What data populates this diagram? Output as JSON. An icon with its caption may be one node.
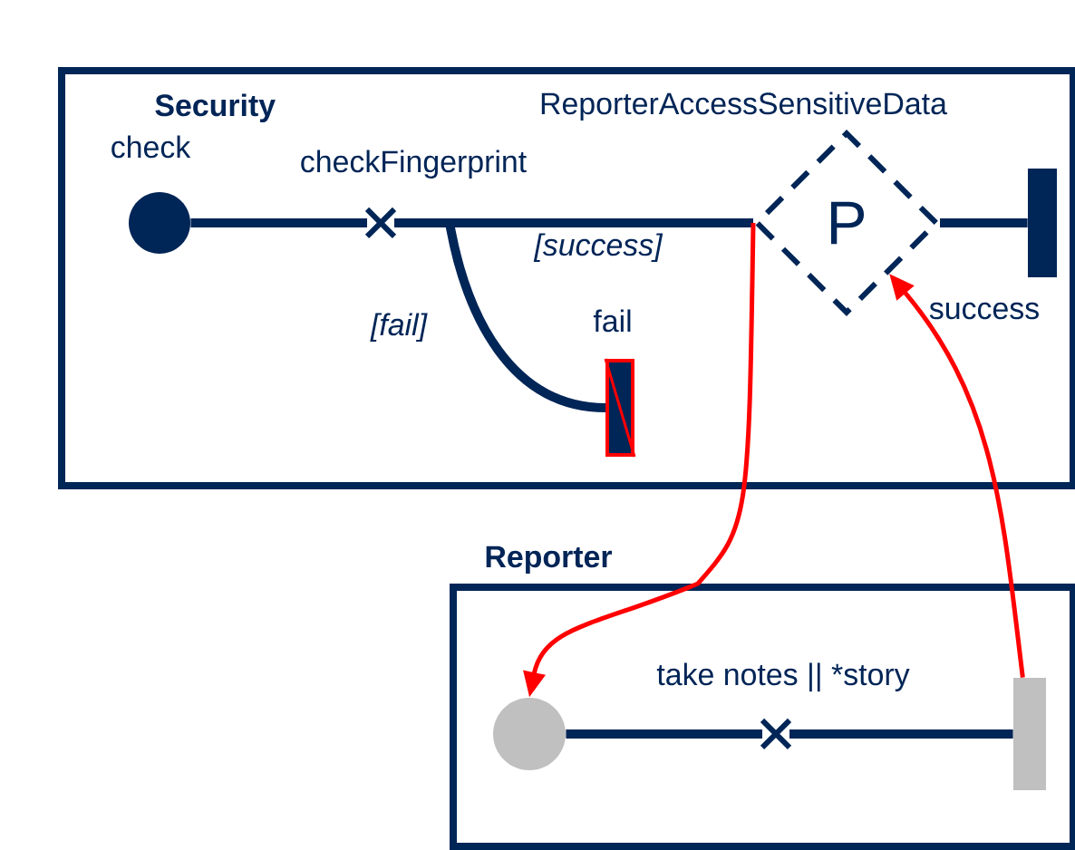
{
  "diagram": {
    "nodes": [
      {
        "text": [
          "Security"
        ]
      },
      {
        "text": [
          "check"
        ],
        "in": 0
      },
      {
        "text": [
          "checkFingerprint"
        ],
        "in": 0
      },
      {
        "text": [
          "P"
        ],
        "beside": [
          "ReporterAccessSensitiveData"
        ],
        "in": 0
      },
      {
        "text": [
          "success"
        ],
        "in": 0
      },
      {
        "text": [
          "fail"
        ],
        "in": 0
      },
      {
        "text": [
          "Reporter"
        ]
      },
      {
        "text": [],
        "shape": "circle",
        "in": 6
      },
      {
        "text": [
          "take notes || *story"
        ],
        "in": 6
      },
      {
        "text": [],
        "shape": "bar",
        "in": 6
      }
    ],
    "edges": [
      {
        "from": 1,
        "to": 2,
        "arrow": "none"
      },
      {
        "from": 2,
        "to": 3,
        "arrow": "none",
        "label": "[success]"
      },
      {
        "from": 2,
        "to": 5,
        "arrow": "none",
        "label": "[fail]"
      },
      {
        "from": 3,
        "to": 4,
        "arrow": "none"
      },
      {
        "from": 3,
        "to": 7,
        "arrow": "to",
        "color": "#ff0000"
      },
      {
        "from": 9,
        "to": 3,
        "arrow": "to",
        "color": "#ff0000"
      },
      {
        "from": 7,
        "to": 8,
        "arrow": "none"
      },
      {
        "from": 8,
        "to": 9,
        "arrow": "none"
      }
    ]
  }
}
